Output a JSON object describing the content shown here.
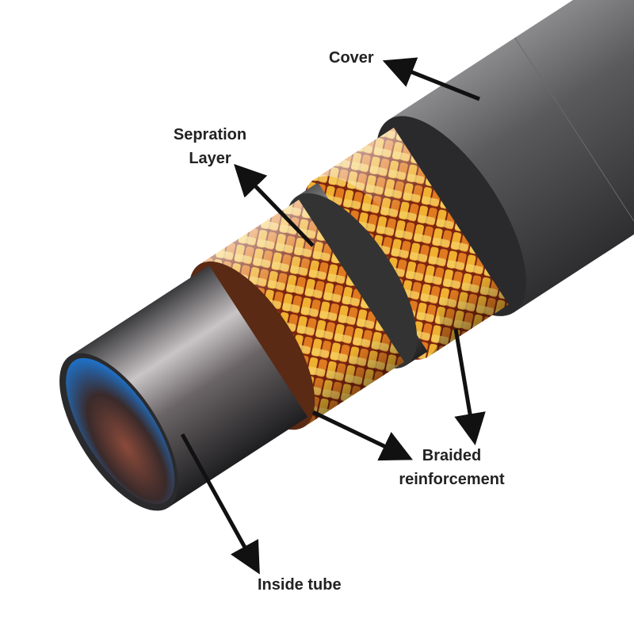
{
  "labels": {
    "cover": "Cover",
    "separation_line1": "Sepration",
    "separation_line2": "Layer",
    "braided_line1": "Braided",
    "braided_line2": "reinforcement",
    "inside_tube": "Inside tube"
  },
  "colors": {
    "cover": "#4a4a4c",
    "braid_warm": "#e89a2a",
    "braid_dark": "#8a2a10",
    "inner_blue": "#1f6fc4",
    "arrow": "#111111"
  }
}
